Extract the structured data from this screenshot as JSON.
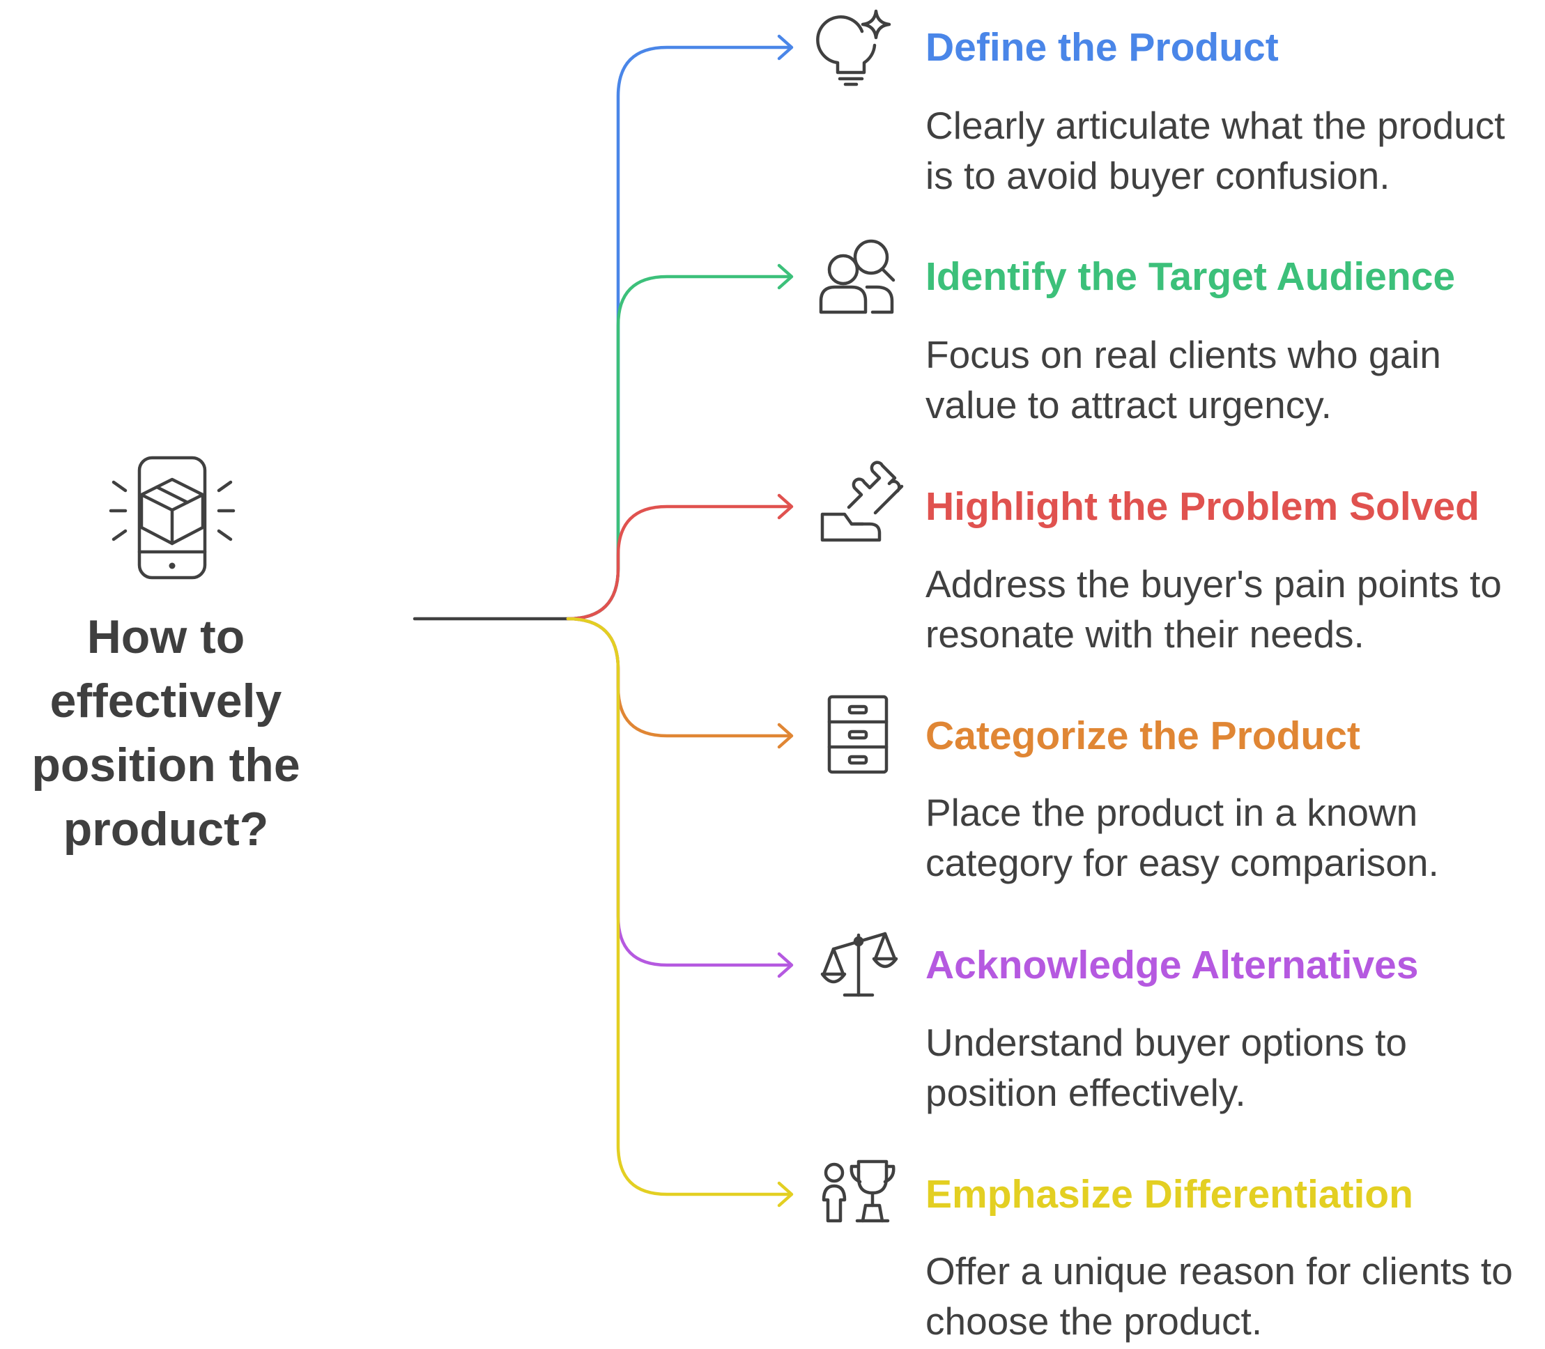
{
  "central": {
    "title": "How to effectively position the product?",
    "icon": "phone-box-icon"
  },
  "branches": [
    {
      "title": "Define the Product",
      "description": "Clearly articulate what the product is to avoid buyer confusion.",
      "color": "#4a86e8",
      "icon": "lightbulb-sparkle-icon"
    },
    {
      "title": "Identify the Target Audience",
      "description": "Focus on real clients who gain value to attract urgency.",
      "color": "#3cc07a",
      "icon": "people-search-icon"
    },
    {
      "title": "Highlight the Problem Solved",
      "description": "Address the buyer's pain points to resonate with their needs.",
      "color": "#e0524f",
      "icon": "hand-puzzle-icon"
    },
    {
      "title": "Categorize the Product",
      "description": "Place the product in a known category for easy comparison.",
      "color": "#e08634",
      "icon": "file-cabinet-icon"
    },
    {
      "title": "Acknowledge Alternatives",
      "description": "Understand buyer options to position effectively.",
      "color": "#b559e0",
      "icon": "balance-scale-icon"
    },
    {
      "title": "Emphasize Differentiation",
      "description": "Offer a unique reason for clients to choose the product.",
      "color": "#e3cf22",
      "icon": "person-trophy-icon"
    }
  ]
}
